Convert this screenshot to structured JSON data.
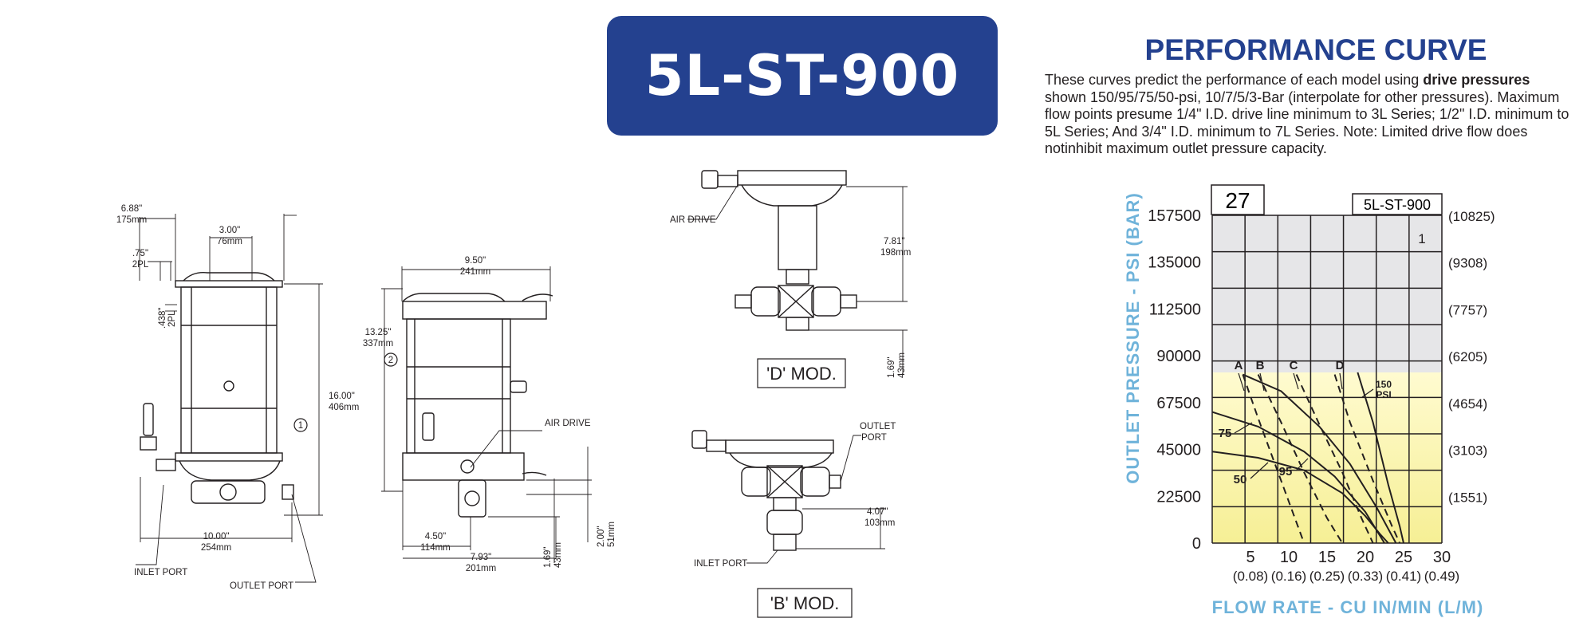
{
  "model_title": "5L-ST-900",
  "performance": {
    "heading": "PERFORMANCE CURVE",
    "desc_pre": "These curves predict the performance of each model using ",
    "desc_bold": "drive pressures",
    "desc_post": " shown 150/95/75/50-psi, 10/7/5/3-Bar (interpolate for other pressures). Maximum flow points presume 1/4\" I.D. drive line minimum to 3L Series; 1/2\" I.D. minimum to 5L Series; And 3/4\" I.D. minimum to 7L Series. Note: Limited drive flow does notinhibit maximum outlet pressure capacity."
  },
  "drawings": {
    "front": {
      "d1": "6.88\"",
      "d1m": "175mm",
      "d2": "3.00\"",
      "d2m": "76mm",
      "d3": ".75\"",
      "d3m": "2PL",
      "d4": ".438\"",
      "d4m": "2PL",
      "d5": "16.00\"",
      "d5m": "406mm",
      "d6": "10.00\"",
      "d6m": "254mm",
      "circle": "1",
      "inlet": "INLET PORT",
      "outlet": "OUTLET PORT"
    },
    "side": {
      "d1": "9.50\"",
      "d1m": "241mm",
      "d2": "13.25\"",
      "d2m": "337mm",
      "circle": "2",
      "air": "AIR DRIVE",
      "d3": "4.50\"",
      "d3m": "114mm",
      "d4": "7.93\"",
      "d4m": "201mm",
      "d5": "1.69\"",
      "d5m": "43mm",
      "d6": "2.00\"",
      "d6m": "51mm"
    },
    "dmod": {
      "air": "AIR DRIVE",
      "d1": "7.81\"",
      "d1m": "198mm",
      "d2": "1.69\"",
      "d2m": "43mm",
      "label": "'D' MOD."
    },
    "bmod": {
      "outlet1": "OUTLET",
      "outlet2": "PORT",
      "d1": "4.07\"",
      "d1m": "103mm",
      "inlet": "INLET PORT",
      "label": "'B' MOD."
    }
  },
  "chart_data": {
    "type": "line",
    "page_number": "27",
    "model_label": "5L-ST-900",
    "zone_label": "1",
    "ylabel": "OUTLET PRESSURE - PSI (BAR)",
    "xlabel": "FLOW RATE - CU IN/MIN (L/M)",
    "y_ticks": [
      "157500",
      "135000",
      "112500",
      "90000",
      "67500",
      "45000",
      "22500",
      "0"
    ],
    "y_ticks_bar": [
      "(10825)",
      "(9308)",
      "(7757)",
      "(6205)",
      "(4654)",
      "(3103)",
      "(1551)"
    ],
    "x_ticks": [
      "5",
      "10",
      "15",
      "20",
      "25",
      "30"
    ],
    "x_ticks_lm": [
      "(0.08)",
      "(0.16)",
      "(0.25)",
      "(0.33)",
      "(0.41)",
      "(0.49)"
    ],
    "xlim": [
      0,
      30
    ],
    "ylim": [
      0,
      157500
    ],
    "shading": {
      "gray_above": 82000,
      "yellow_below": 82000
    },
    "colors": {
      "title_bg": "#24418f",
      "axis_title": "#6fb3da",
      "gray_zone": "#e6e6e8",
      "yellow_top": "#fffbd0",
      "yellow_bottom": "#f6ef95"
    },
    "solid_curves": [
      {
        "name": "50",
        "points": [
          [
            0,
            44000
          ],
          [
            6,
            41000
          ],
          [
            12,
            35000
          ],
          [
            17,
            24000
          ],
          [
            20,
            13000
          ],
          [
            22,
            4000
          ],
          [
            23,
            0
          ]
        ]
      },
      {
        "name": "75",
        "points": [
          [
            0,
            63000
          ],
          [
            6,
            56000
          ],
          [
            12,
            44000
          ],
          [
            16,
            32000
          ],
          [
            20,
            15000
          ],
          [
            22.5,
            0
          ]
        ]
      },
      {
        "name": "95",
        "points": [
          [
            4,
            81000
          ],
          [
            9,
            73000
          ],
          [
            14,
            56000
          ],
          [
            18,
            38000
          ],
          [
            21.5,
            17000
          ],
          [
            24,
            0
          ]
        ]
      },
      {
        "name": "150 PSI",
        "points": [
          [
            19,
            82000
          ],
          [
            21,
            58000
          ],
          [
            23,
            28000
          ],
          [
            24.5,
            8000
          ],
          [
            25,
            0
          ]
        ]
      }
    ],
    "dashed_curves": [
      {
        "name": "A",
        "points": [
          [
            4,
            81000
          ],
          [
            6,
            60000
          ],
          [
            8,
            40000
          ],
          [
            10,
            20000
          ],
          [
            12,
            0
          ]
        ]
      },
      {
        "name": "B",
        "points": [
          [
            6,
            81000
          ],
          [
            9,
            58000
          ],
          [
            12,
            34000
          ],
          [
            15,
            12000
          ],
          [
            17,
            0
          ]
        ]
      },
      {
        "name": "C",
        "points": [
          [
            11,
            81000
          ],
          [
            14,
            57000
          ],
          [
            17,
            34000
          ],
          [
            19.5,
            12000
          ],
          [
            21,
            0
          ]
        ]
      },
      {
        "name": "D",
        "points": [
          [
            16,
            81000
          ],
          [
            18,
            58000
          ],
          [
            21,
            30000
          ],
          [
            23.5,
            8000
          ],
          [
            24.5,
            0
          ]
        ]
      }
    ],
    "curve_labels": [
      "A",
      "B",
      "C",
      "D",
      "75",
      "50",
      "95",
      "150",
      "PSI"
    ]
  }
}
